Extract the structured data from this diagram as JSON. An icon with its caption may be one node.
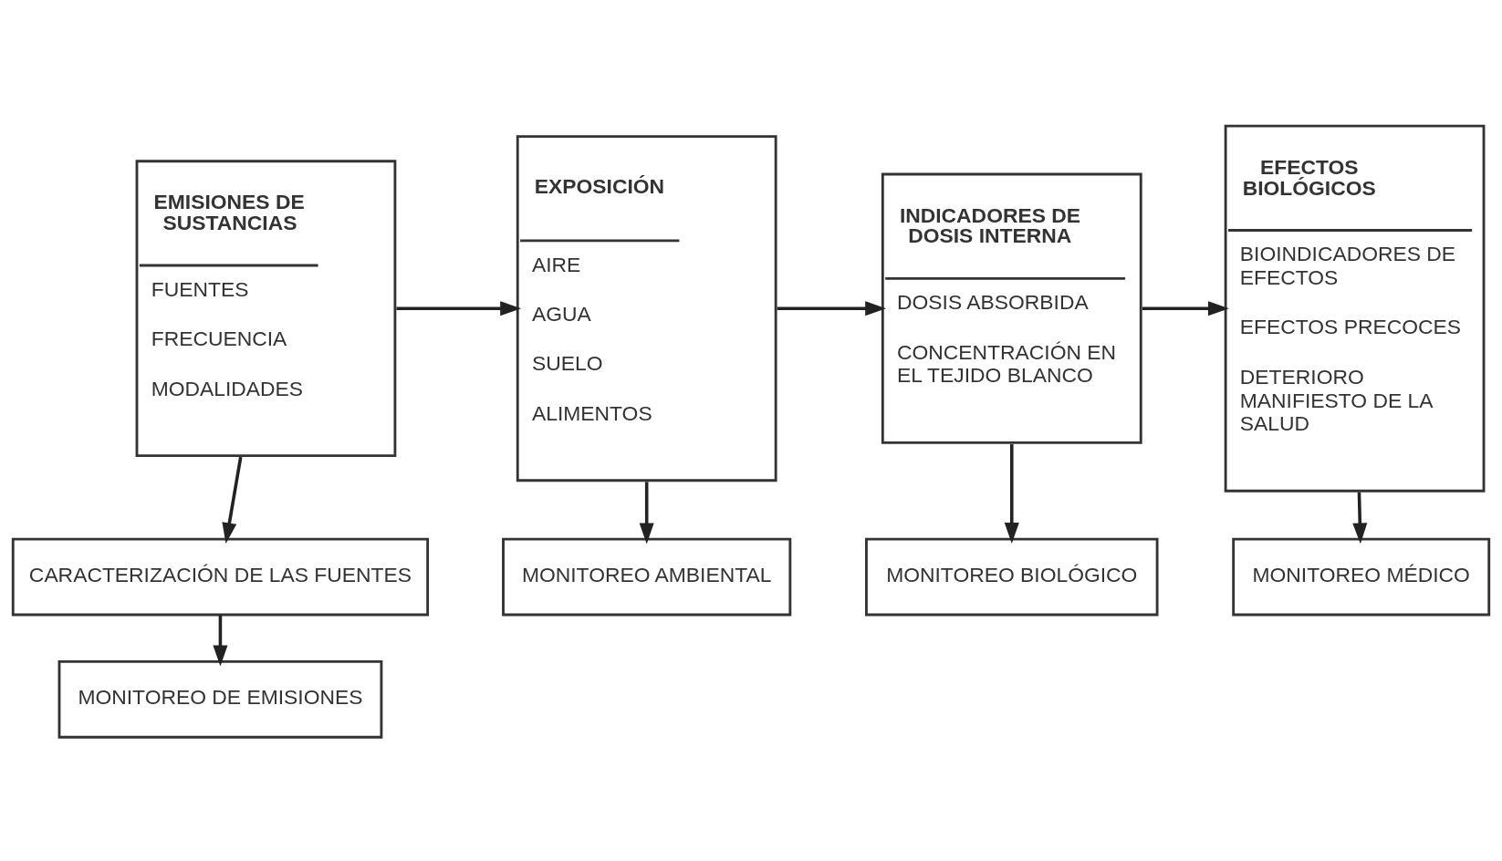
{
  "diagram": {
    "nodes": [
      {
        "text": [
          "EMISIONES DE SUSTANCIAS",
          "FUENTES",
          "FRECUENCIA",
          "MODALIDADES"
        ]
      },
      {
        "text": [
          "EXPOSICIÓN",
          "AIRE",
          "AGUA",
          "SUELO",
          "ALIMENTOS"
        ]
      },
      {
        "text": [
          "INDICADORES DE DOSIS INTERNA",
          "DOSIS ABSORBIDA",
          "CONCENTRACIÓN EN EL TEJIDO BLANCO"
        ]
      },
      {
        "text": [
          "EFECTOS BIOLÓGICOS",
          "BIOINDICADORES DE EFECTOS",
          "EFECTOS PRECOCES",
          "DETERIORO MANIFIESTO DE LA SALUD"
        ]
      },
      {
        "text": [
          "CARACTERIZACIÓN DE LAS FUENTES"
        ]
      },
      {
        "text": [
          "MONITOREO DE EMISIONES"
        ]
      },
      {
        "text": [
          "MONITOREO AMBIENTAL"
        ]
      },
      {
        "text": [
          "MONITOREO BIOLÓGICO"
        ]
      },
      {
        "text": [
          "MONITOREO MÉDICO"
        ]
      }
    ],
    "edges": [
      {
        "from": 0,
        "to": 1,
        "arrow": "to"
      },
      {
        "from": 1,
        "to": 2,
        "arrow": "to"
      },
      {
        "from": 2,
        "to": 3,
        "arrow": "to"
      },
      {
        "from": 0,
        "to": 4,
        "arrow": "to"
      },
      {
        "from": 4,
        "to": 5,
        "arrow": "to"
      },
      {
        "from": 1,
        "to": 6,
        "arrow": "to"
      },
      {
        "from": 2,
        "to": 7,
        "arrow": "to"
      },
      {
        "from": 3,
        "to": 8,
        "arrow": "to"
      }
    ]
  }
}
